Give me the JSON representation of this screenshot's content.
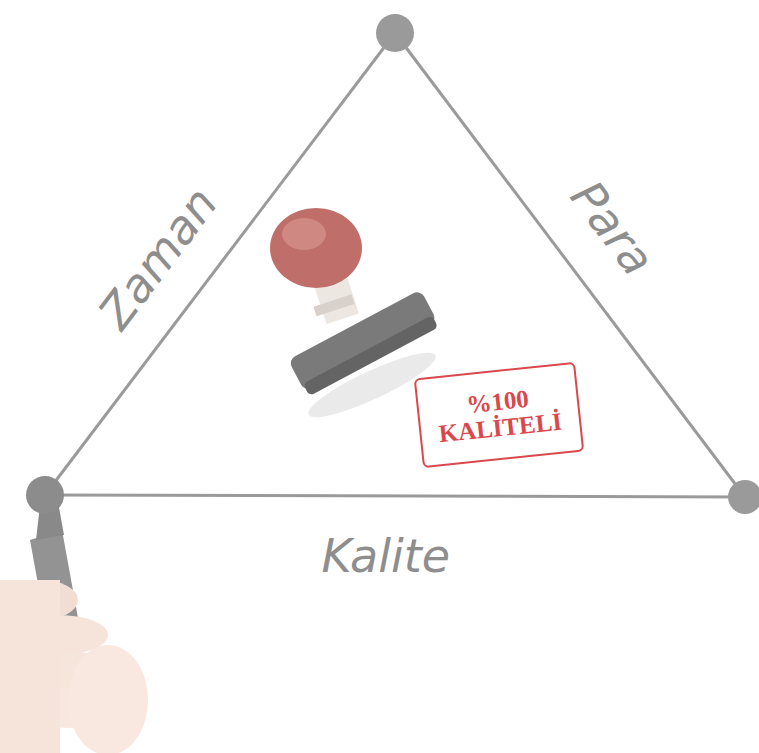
{
  "diagram": {
    "nodes": [
      {
        "text": [
          "%100 KALİTELİ"
        ]
      }
    ],
    "labels": [
      "Zaman",
      "Para",
      "Kalite"
    ]
  }
}
